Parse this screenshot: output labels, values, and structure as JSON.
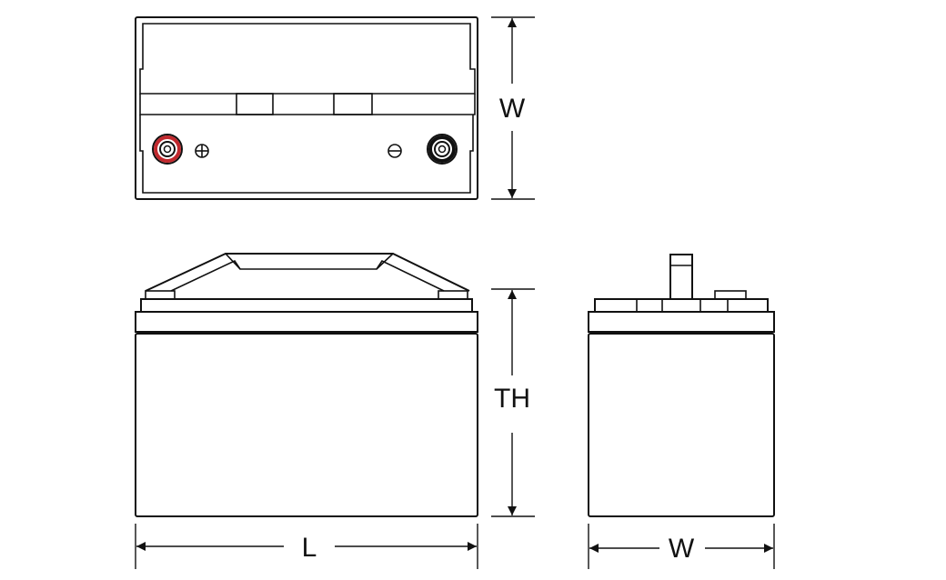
{
  "labels": {
    "top_width": "W",
    "height": "TH",
    "length": "L",
    "side_width": "W"
  },
  "colors": {
    "line": "#111111",
    "positive_terminal": "#c0282d",
    "negative_terminal": "#111111",
    "background": "#ffffff"
  },
  "symbols": {
    "positive": "plus-in-circle",
    "negative": "minus-in-circle"
  }
}
